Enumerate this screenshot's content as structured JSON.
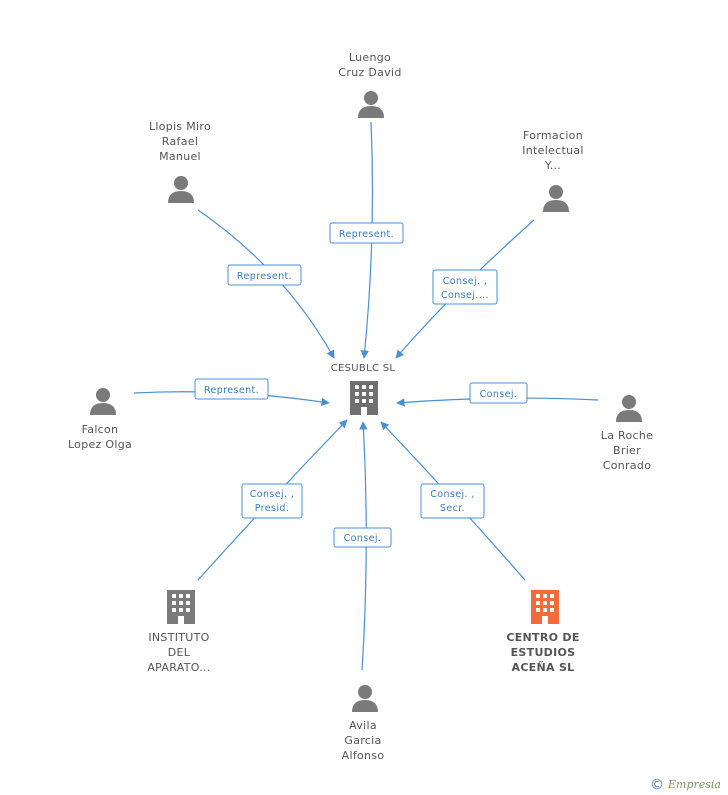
{
  "center": {
    "label": "CESUBLC SL"
  },
  "people": [
    {
      "id": "luengo",
      "lines": [
        "Luengo",
        "Cruz David"
      ]
    },
    {
      "id": "llopis",
      "lines": [
        "Llopis Miro",
        "Rafael",
        "Manuel"
      ]
    },
    {
      "id": "formacion",
      "lines": [
        "Formacion",
        "Intelectual",
        "Y..."
      ]
    },
    {
      "id": "falcon",
      "lines": [
        "Falcon",
        "Lopez Olga"
      ]
    },
    {
      "id": "laroche",
      "lines": [
        "La Roche",
        "Brier",
        "Conrado"
      ]
    },
    {
      "id": "avila",
      "lines": [
        "Avila",
        "Garcia",
        "Alfonso"
      ]
    }
  ],
  "companies": [
    {
      "id": "instituto",
      "lines": [
        "INSTITUTO",
        "DEL",
        "APARATO..."
      ],
      "color": "#7a7a7a",
      "highlight": false
    },
    {
      "id": "centro",
      "lines": [
        "CENTRO DE",
        "ESTUDIOS",
        "ACEÑA SL"
      ],
      "color": "#f26b3a",
      "highlight": true
    }
  ],
  "edges": [
    {
      "from": "luengo",
      "lines": [
        "Represent."
      ]
    },
    {
      "from": "llopis",
      "lines": [
        "Represent."
      ]
    },
    {
      "from": "formacion",
      "lines": [
        "Consej. ,",
        "Consej...."
      ]
    },
    {
      "from": "falcon",
      "lines": [
        "Represent."
      ]
    },
    {
      "from": "laroche",
      "lines": [
        "Consej."
      ]
    },
    {
      "from": "instituto",
      "lines": [
        "Consej. ,",
        "Presid."
      ]
    },
    {
      "from": "avila",
      "lines": [
        "Consej."
      ]
    },
    {
      "from": "centro",
      "lines": [
        "Consej. ,",
        "Secr."
      ]
    }
  ],
  "colors": {
    "edge": "#4a90d9",
    "icon": "#7a7a7a",
    "center_icon": "#6f6f6f",
    "highlight": "#f26b3a"
  },
  "watermark": {
    "symbol": "©",
    "text": "Empresia"
  }
}
